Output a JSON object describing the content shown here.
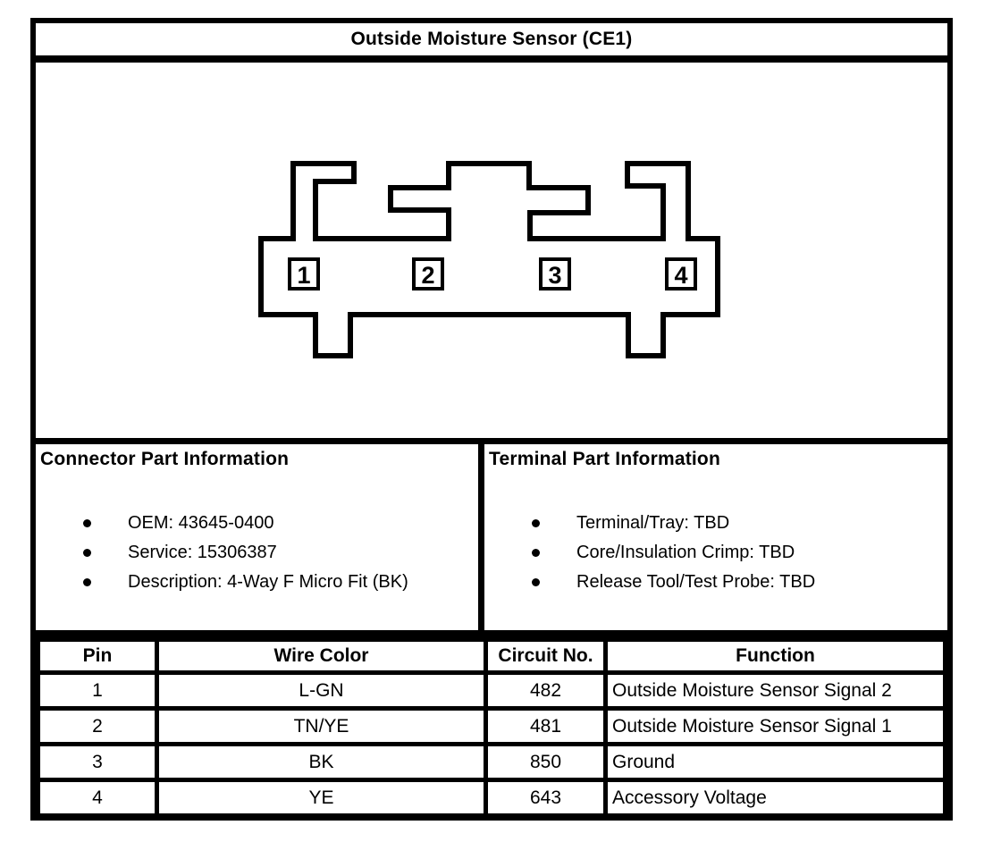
{
  "title": "Outside Moisture Sensor (CE1)",
  "diagram": {
    "pins": [
      "1",
      "2",
      "3",
      "4"
    ]
  },
  "connector_part_information": {
    "heading": "Connector Part Information",
    "items": [
      "OEM: 43645-0400",
      "Service: 15306387",
      "Description: 4-Way F Micro Fit (BK)"
    ]
  },
  "terminal_part_information": {
    "heading": "Terminal Part Information",
    "items": [
      "Terminal/Tray: TBD",
      "Core/Insulation Crimp: TBD",
      "Release Tool/Test Probe: TBD"
    ]
  },
  "pin_table": {
    "headers": [
      "Pin",
      "Wire Color",
      "Circuit No.",
      "Function"
    ],
    "rows": [
      [
        "1",
        "L-GN",
        "482",
        "Outside Moisture Sensor Signal 2"
      ],
      [
        "2",
        "TN/YE",
        "481",
        "Outside Moisture Sensor Signal 1"
      ],
      [
        "3",
        "BK",
        "850",
        "Ground"
      ],
      [
        "4",
        "YE",
        "643",
        "Accessory Voltage"
      ]
    ]
  },
  "colors": {
    "ink": "#000000",
    "paper": "#ffffff"
  }
}
